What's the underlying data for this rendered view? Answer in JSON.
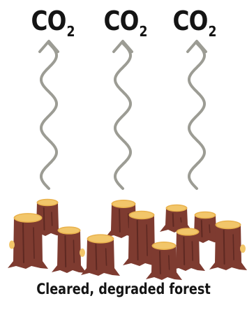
{
  "labels": [
    {
      "main": "CO",
      "sub": "2"
    },
    {
      "main": "CO",
      "sub": "2"
    },
    {
      "main": "CO",
      "sub": "2"
    }
  ],
  "caption": "Cleared, degraded forest",
  "colors": {
    "arrow": "#9c9c94",
    "stump": "#7e3b30",
    "stump_dark": "#5e2922",
    "stump_top": "#f2c66a",
    "stump_rim": "#e9b24d",
    "text": "#141414"
  }
}
